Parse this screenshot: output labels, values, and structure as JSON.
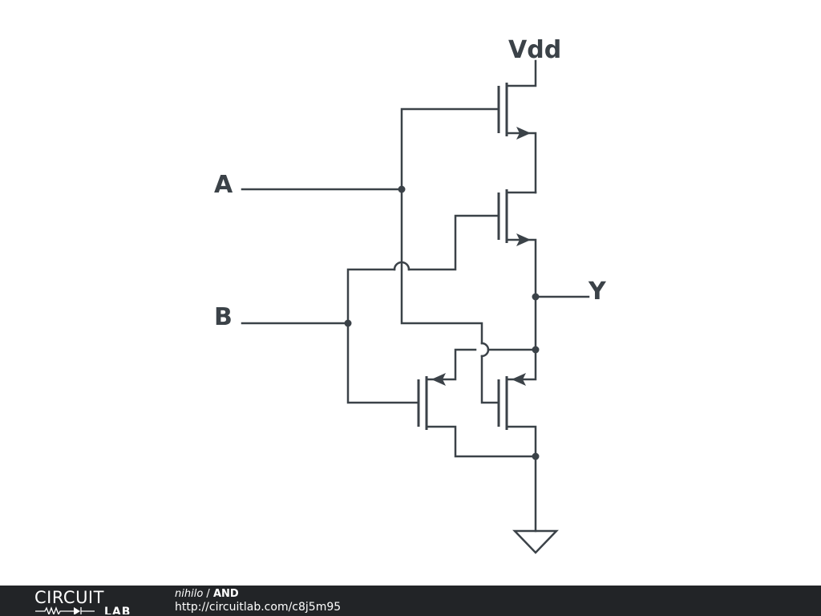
{
  "labels": {
    "vdd": "Vdd",
    "input_a": "A",
    "input_b": "B",
    "output_y": "Y"
  },
  "footer": {
    "logo_top": "CIRCUIT",
    "logo_bottom": "LAB",
    "author": "nihilo",
    "separator": " / ",
    "title": "AND",
    "url": "http://circuitlab.com/c8j5m95"
  },
  "colors": {
    "wire": "#3b4248",
    "footer_bg": "#222427",
    "footer_text": "#ffffff"
  }
}
